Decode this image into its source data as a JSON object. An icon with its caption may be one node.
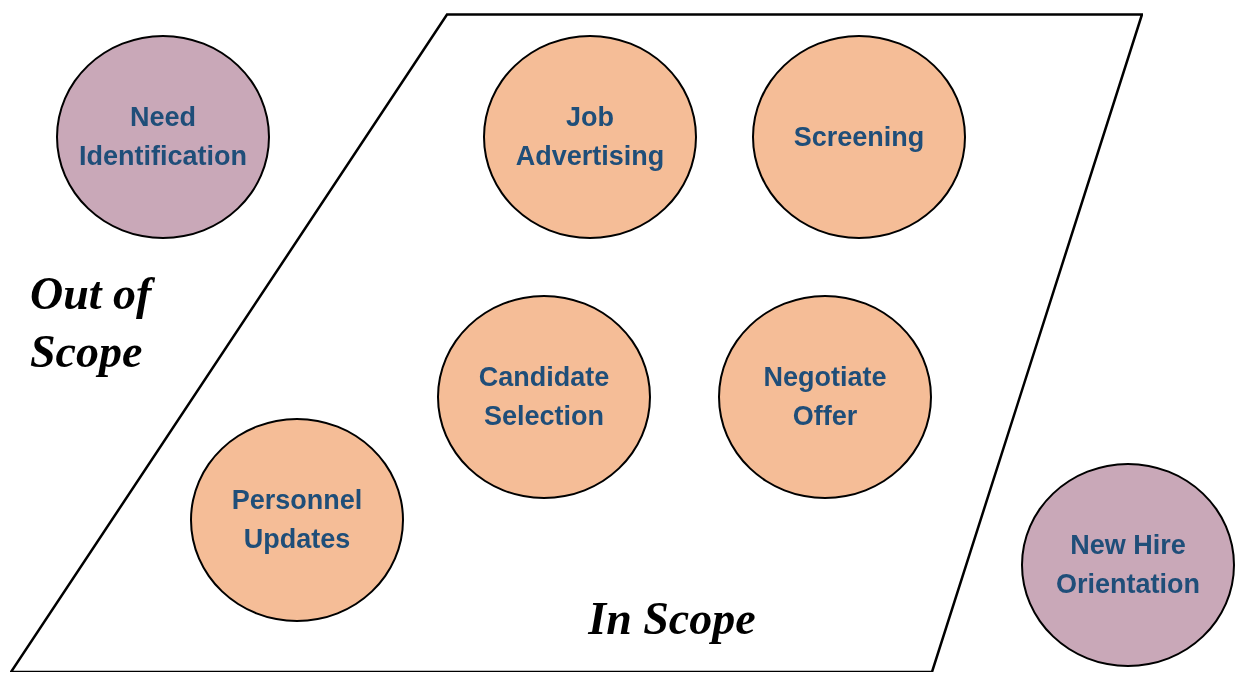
{
  "diagram": {
    "nodes": [
      {
        "text": [
          "Need Identification"
        ]
      },
      {
        "text": [
          "In Scope"
        ]
      },
      {
        "text": [
          "Job Advertising"
        ],
        "in": 1
      },
      {
        "text": [
          "Screening"
        ],
        "in": 1
      },
      {
        "text": [
          "Candidate Selection"
        ],
        "in": 1
      },
      {
        "text": [
          "Negotiate Offer"
        ],
        "in": 1
      },
      {
        "text": [
          "Personnel Updates"
        ],
        "in": 1
      },
      {
        "text": [
          "New Hire Orientation"
        ]
      }
    ],
    "edges": [],
    "labels": [
      "Out of Scope"
    ]
  }
}
